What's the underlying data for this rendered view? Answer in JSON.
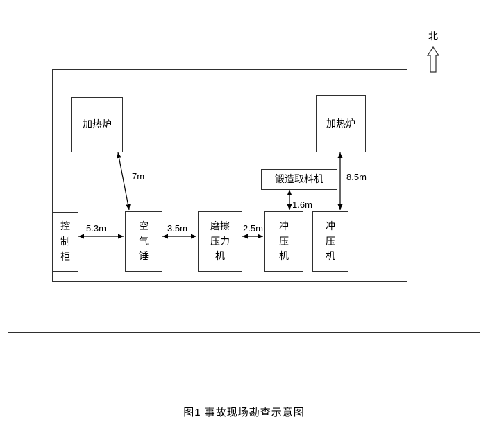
{
  "diagram": {
    "north_label": "北",
    "machines": {
      "furnace_left": {
        "label": "加热炉"
      },
      "furnace_right": {
        "label": "加热炉"
      },
      "reclaimer": {
        "label": "锻造取料机"
      },
      "control_cabinet": {
        "label": "控制柜"
      },
      "air_hammer": {
        "label": "空气锤"
      },
      "friction_press": {
        "label": "磨擦压力机"
      },
      "punch_press_1": {
        "label": "冲压机"
      },
      "punch_press_2": {
        "label": "冲压机"
      }
    },
    "distances": {
      "cabinet_to_hammer": "5.3m",
      "hammer_to_friction_press": "3.5m",
      "friction_press_to_punch": "2.5m",
      "furnace_left_to_hammer": "7m",
      "reclaimer_to_punch": "1.6m",
      "furnace_right_to_punch": "8.5m"
    }
  },
  "caption": "图1 事故现场勘查示意图"
}
